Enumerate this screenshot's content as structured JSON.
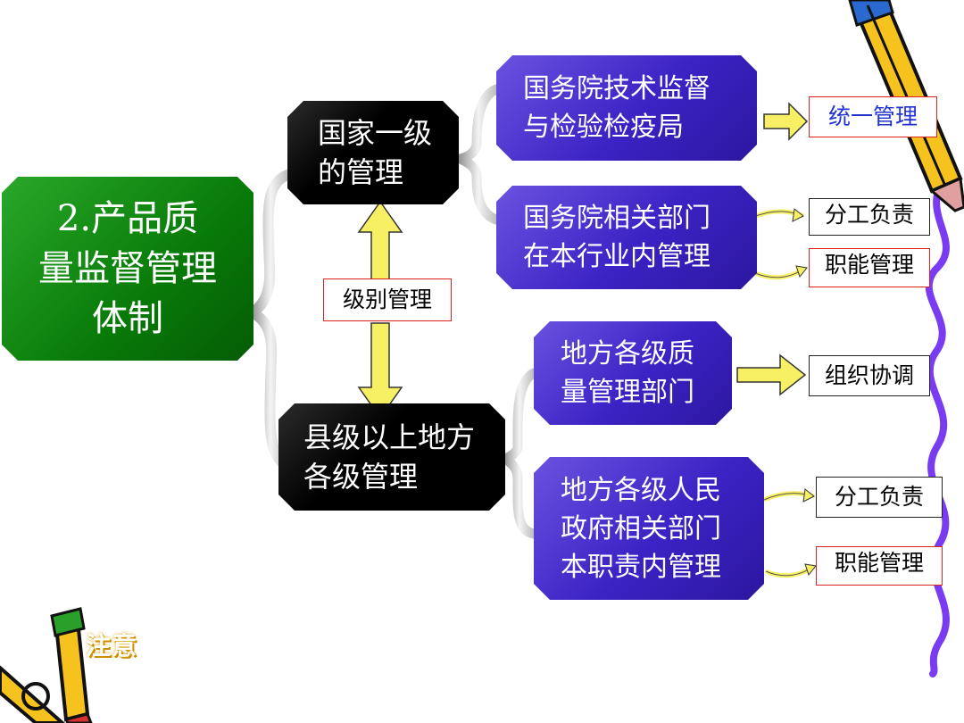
{
  "root": {
    "lines": [
      "2.产品质",
      "量监督管理",
      "体制"
    ]
  },
  "national": {
    "lines": [
      "国家一级",
      "的管理"
    ]
  },
  "local": {
    "lines": [
      "县级以上地方",
      "各级管理"
    ]
  },
  "level_label": "级别管理",
  "branches": [
    {
      "lines": [
        "国务院技术监督",
        "与检验检疫局"
      ]
    },
    {
      "lines": [
        "国务院相关部门",
        "在本行业内管理"
      ]
    },
    {
      "lines": [
        "地方各级质",
        "量管理部门"
      ]
    },
    {
      "lines": [
        "地方各级人民",
        "政府相关部门",
        "本职责内管理"
      ]
    }
  ],
  "labels": [
    "统一管理",
    "分工负责",
    "职能管理",
    "组织协调",
    "分工负责",
    "职能管理"
  ],
  "note": "注意",
  "colors": {
    "root": "#088a08",
    "purple_box": "#3b22c4",
    "black_box": "#000000",
    "arrow": "#f7f064",
    "label_border": "#dd2222",
    "wavy_line": "#7a3cf0"
  }
}
